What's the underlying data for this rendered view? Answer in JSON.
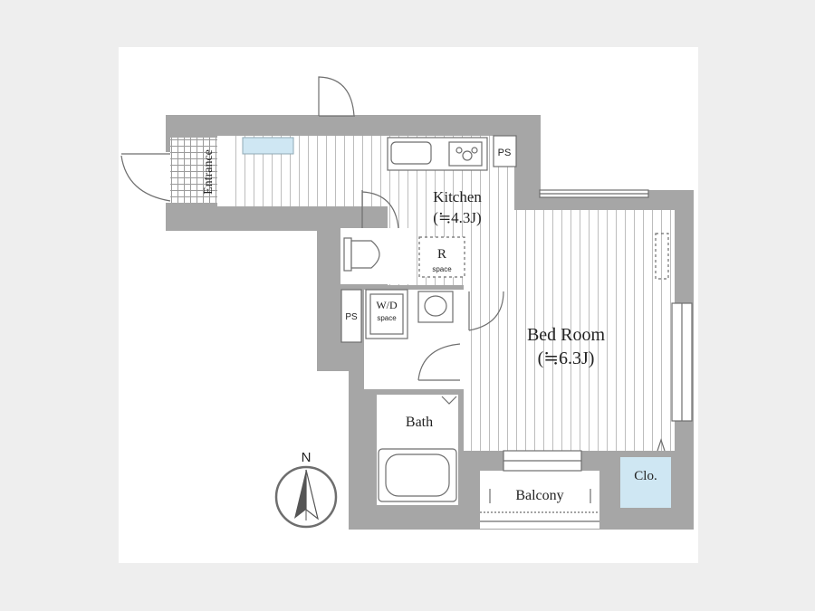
{
  "floorplan": {
    "rooms": {
      "entrance": "Entrance",
      "kitchen": "Kitchen",
      "kitchen_area": "(≒4.3J)",
      "fridge": "R",
      "fridge_sub": "space",
      "washer": "W/D",
      "washer_sub": "space",
      "bedroom": "Bed Room",
      "bedroom_area": "(≒6.3J)",
      "bath": "Bath",
      "balcony": "Balcony",
      "closet": "Clo.",
      "ps_top": "PS",
      "ps_left": "PS"
    },
    "compass": {
      "north": "N"
    },
    "colors": {
      "wall": "#a6a6a6",
      "wall_dark": "#9a9a9a",
      "line": "#6e6e6e",
      "accent": "#cfe7f3"
    }
  }
}
